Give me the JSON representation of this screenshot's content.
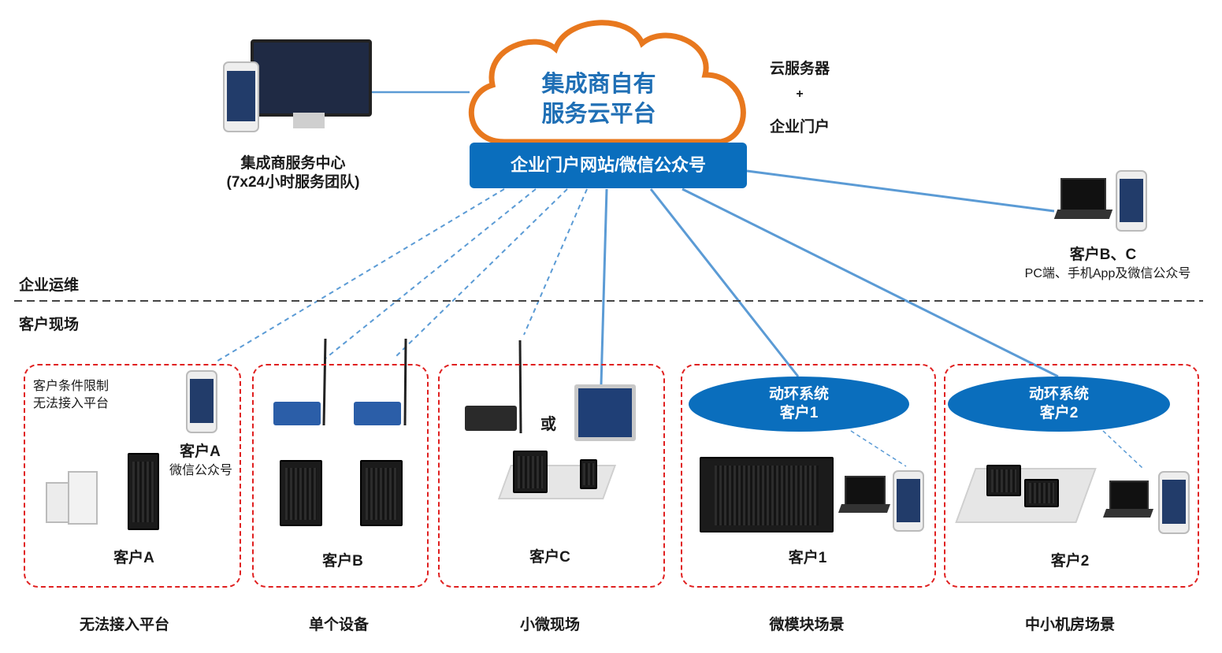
{
  "cloud": {
    "line1": "集成商自有",
    "line2": "服务云平台"
  },
  "portal": {
    "label": "企业门户网站/微信公众号"
  },
  "cloud_side": {
    "top": "云服务器",
    "plus": "+",
    "bottom": "企业门户"
  },
  "service_center": {
    "line1": "集成商服务中心",
    "line2": "(7x24小时服务团队)"
  },
  "remote_client": {
    "title": "客户B、C",
    "subtitle": "PC端、手机App及微信公众号"
  },
  "zones": {
    "upper": "企业运维",
    "lower": "客户现场"
  },
  "sections": [
    {
      "note1": "客户条件限制",
      "note2": "无法接入平台",
      "phone_title": "客户A",
      "phone_sub": "微信公众号",
      "client": "客户A",
      "caption": "无法接入平台"
    },
    {
      "client": "客户B",
      "caption": "单个设备"
    },
    {
      "or": "或",
      "client": "客户C",
      "caption": "小微现场"
    },
    {
      "ellipse1": "动环系统",
      "ellipse2": "客户1",
      "client": "客户1",
      "caption": "微模块场景"
    },
    {
      "ellipse1": "动环系统",
      "ellipse2": "客户2",
      "client": "客户2",
      "caption": "中小机房场景"
    }
  ],
  "colors": {
    "brand_blue": "#0a6ebd",
    "cloud_orange": "#e8781e",
    "dash_red": "#e02020",
    "link_blue": "#5b9bd5"
  }
}
